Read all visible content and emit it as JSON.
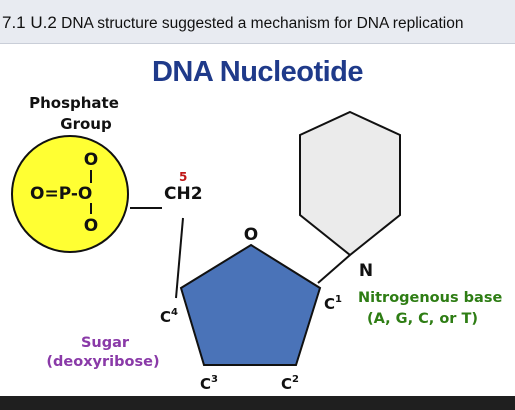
{
  "header": {
    "section_number": "7.1 U.2",
    "text": "DNA structure suggested a mechanism for DNA replication"
  },
  "title": "DNA Nucleotide",
  "labels": {
    "phosphate_line1": "Phosphate",
    "phosphate_line2": "Group",
    "phosphate_formula": "O=P-O",
    "phosphate_top_o": "O",
    "phosphate_bottom_o": "O",
    "carbon_5_number": "5",
    "ch2": "CH2",
    "ring_oxygen": "O",
    "nitrogen": "N",
    "c1": "C",
    "c1_sup": "1",
    "c2": "C",
    "c2_sup": "2",
    "c3": "C",
    "c3_sup": "3",
    "c4": "C",
    "c4_sup": "4",
    "base_line1": "Nitrogenous base",
    "base_line2": "(A, G, C, or T)",
    "sugar_line1": "Sugar",
    "sugar_line2": "(deoxyribose)"
  },
  "colors": {
    "phosphate_fill": "#ffff33",
    "sugar_fill": "#4a73b8",
    "base_fill": "#ebebeb",
    "base_label": "#2e7d14",
    "sugar_label": "#8a3aa8",
    "title": "#1f3a8a"
  }
}
